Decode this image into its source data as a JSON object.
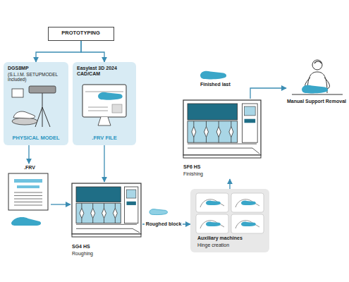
{
  "diagram": {
    "nodes": [
      {
        "text": [
          "PROTOTYPING"
        ]
      },
      {
        "text": [
          "DGS8MP",
          "(S.L.I.M. SETUPMODEL included)",
          "PHYSICAL MODEL"
        ]
      },
      {
        "text": [
          "Easylast 3D 2024 CAD/CAM",
          ".FRV FILE"
        ]
      },
      {
        "text": [
          ".FRV"
        ]
      },
      {
        "text": [
          "SG4 HS",
          "Roughing"
        ]
      },
      {
        "text": [
          "Auxiliary machines",
          "Hinge creation"
        ]
      },
      {
        "text": [
          "SF6 HS",
          "Finishing"
        ]
      },
      {
        "text": [
          "Manual Support Removal"
        ]
      }
    ],
    "edges": [
      {
        "from": 0,
        "to": 1,
        "arrow": "to"
      },
      {
        "from": 0,
        "to": 2,
        "arrow": "to"
      },
      {
        "from": 1,
        "to": 3,
        "arrow": "to"
      },
      {
        "from": 3,
        "to": 4,
        "arrow": "to"
      },
      {
        "from": 2,
        "to": 4,
        "arrow": "to"
      },
      {
        "from": 4,
        "to": 5,
        "label": "Roughed block",
        "arrow": "to"
      },
      {
        "from": 5,
        "to": 6,
        "arrow": "to"
      },
      {
        "from": 6,
        "to": 7,
        "label": "Finished last",
        "arrow": "to"
      }
    ]
  }
}
